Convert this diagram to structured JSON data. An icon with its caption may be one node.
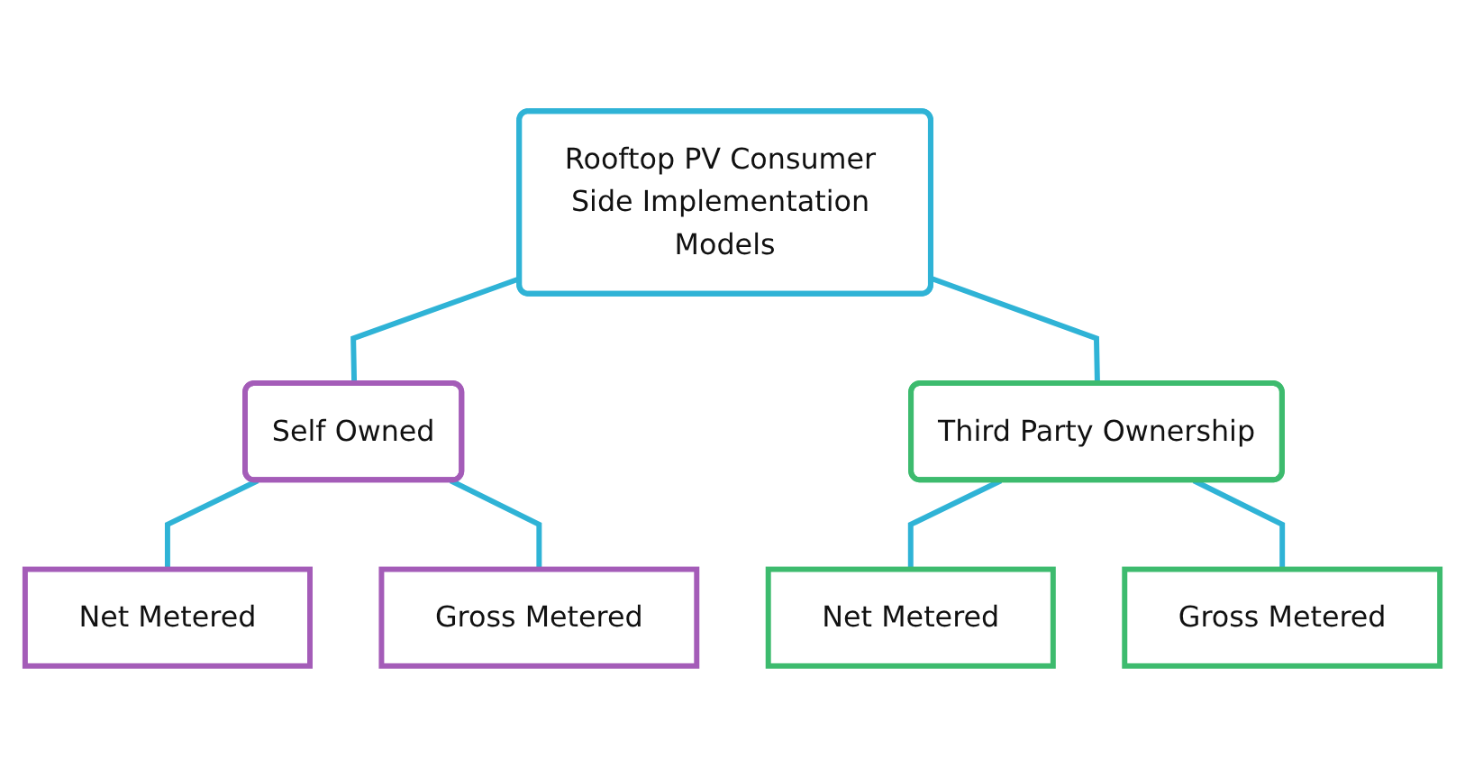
{
  "diagram": {
    "nodes": [
      {
        "text": [
          "Rooftop PV Consumer Side Implementation Models"
        ]
      },
      {
        "text": [
          "Self Owned"
        ]
      },
      {
        "text": [
          "Third Party Ownership"
        ]
      },
      {
        "text": [
          "Net Metered"
        ]
      },
      {
        "text": [
          "Gross Metered"
        ]
      },
      {
        "text": [
          "Net Metered"
        ]
      },
      {
        "text": [
          "Gross Metered"
        ]
      }
    ],
    "edges": [
      {
        "from": 0,
        "to": 1,
        "arrow": "none"
      },
      {
        "from": 0,
        "to": 2,
        "arrow": "none"
      },
      {
        "from": 1,
        "to": 3,
        "arrow": "none"
      },
      {
        "from": 1,
        "to": 4,
        "arrow": "none"
      },
      {
        "from": 2,
        "to": 5,
        "arrow": "none"
      },
      {
        "from": 2,
        "to": 6,
        "arrow": "none"
      }
    ]
  }
}
